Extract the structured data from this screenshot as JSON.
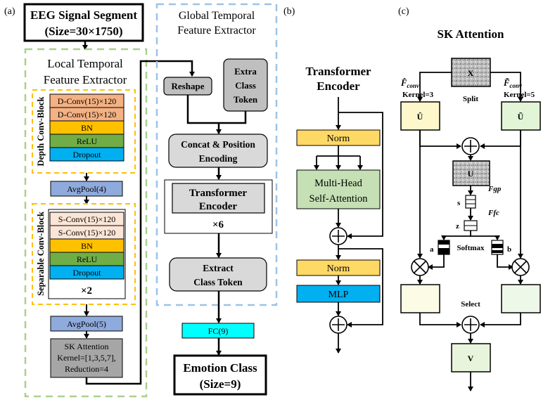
{
  "panel_a": {
    "label": "(a)",
    "input": {
      "line1": "EEG Signal Segment",
      "line2": "(Size=30×1750)"
    },
    "local": {
      "title_line1": "Local Temporal",
      "title_line2": "Feature Extractor",
      "depth_block": {
        "label": "Depth Conv-Block",
        "rows": [
          "D-Conv(15)×120",
          "D-Conv(15)×120",
          "BN",
          "ReLU",
          "Dropout"
        ]
      },
      "avgpool1": "AvgPool(4)",
      "separable_block": {
        "label": "Separable Conv-Block",
        "rows": [
          "S-Conv(15)×120",
          "S-Conv(15)×120",
          "BN",
          "ReLU",
          "Dropout"
        ],
        "repeat": "×2"
      },
      "avgpool2": "AvgPool(5)",
      "sk": {
        "line1": "SK Attention",
        "line2": "Kernel=[1,3,5,7],",
        "line3": "Reduction=4"
      }
    },
    "global": {
      "title_line1": "Global Temporal",
      "title_line2": "Feature Extractor",
      "reshape": "Reshape",
      "extra_token": [
        "Extra",
        "Class",
        "Token"
      ],
      "concat": [
        "Concat & Position",
        "Encoding"
      ],
      "transformer": [
        "Transformer",
        "Encoder"
      ],
      "repeat": "×6",
      "extract": [
        "Extract",
        "Class Token"
      ]
    },
    "fc": "FC(9)",
    "output": {
      "line1": "Emotion Class",
      "line2": "(Size=9)"
    }
  },
  "panel_b": {
    "label": "(b)",
    "title_line1": "Transformer",
    "title_line2": "Encoder",
    "norm1": "Norm",
    "mhsa": [
      "Multi-Head",
      "Self-Attention"
    ],
    "norm2": "Norm",
    "mlp": "MLP"
  },
  "panel_c": {
    "label": "(c)",
    "title": "SK Attention",
    "x": "X",
    "split": "Split",
    "kernel3": "Kernel=3",
    "kernel5": "Kernel=5",
    "u_hat": "Û",
    "u_tilde": "Ũ",
    "u": "U",
    "fgp": "Fgp",
    "s": "s",
    "ffc": "Ffc",
    "z": "z",
    "softmax": "Softmax",
    "a": "a",
    "b": "b",
    "select": "Select",
    "v": "V"
  }
}
